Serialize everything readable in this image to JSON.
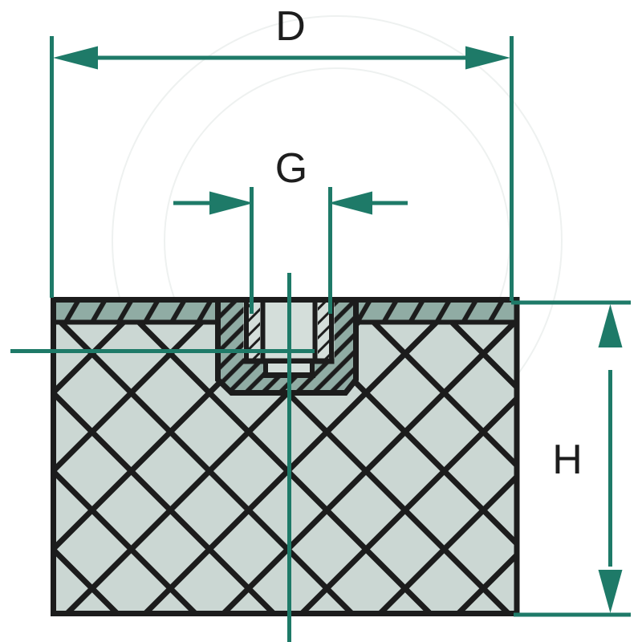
{
  "drawing": {
    "labels": {
      "diameter_label": "D",
      "thread_label": "G",
      "height_label": "H"
    },
    "colors": {
      "dimension_teal": "#1E7A68",
      "outline_black": "#1C1C1C",
      "rubber_fill": "#CBD7D3",
      "metal_fill": "#90ACA4",
      "bore_fill": "#D4DEDA",
      "background": "#FFFFFF"
    }
  }
}
